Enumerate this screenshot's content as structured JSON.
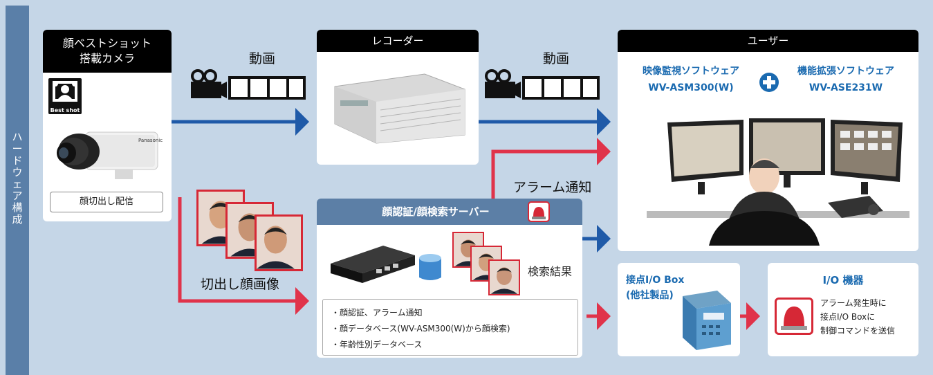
{
  "side_label": [
    "ハ",
    "ー",
    "ド",
    "ウ",
    "ェ",
    "ア",
    "構",
    "成"
  ],
  "camera": {
    "title_line1": "顔ベストショット",
    "title_line2": "搭載カメラ",
    "bestshot_badge": "Best shot",
    "brand": "Panasonic",
    "feature_button": "顔切出し配信"
  },
  "video_label_1": "動画",
  "video_label_2": "動画",
  "recorder": {
    "title": "レコーダー"
  },
  "user": {
    "title": "ユーザー",
    "sw1_line1": "映像監視ソフトウェア",
    "sw1_line2": "WV-ASM300(W)",
    "sw2_line1": "機能拡張ソフトウェア",
    "sw2_line2": "WV-ASE231W"
  },
  "alarm_label": "アラーム通知",
  "cropped_faces_label": "切出し顔画像",
  "server": {
    "title": "顔認証/顔検索サーバー",
    "search_result": "検索結果",
    "bullets": [
      "・顔認証、アラーム通知",
      "・顔データベース(WV-ASM300(W)から顔検索)",
      "・年齢性別データベース"
    ]
  },
  "io_box": {
    "line1": "接点I/O Box",
    "line2": "(他社製品)"
  },
  "io_device": {
    "title": "I/O 機器",
    "desc_line1": "アラーム発生時に",
    "desc_line2": "接点I/O Boxに",
    "desc_line3": "制御コマンドを送信"
  },
  "colors": {
    "blue_arrow": "#1f5aa8",
    "red_arrow": "#e0334a",
    "band": "#5a7fa8",
    "background": "#c5d6e7",
    "title_blue": "#1a6ab0"
  }
}
